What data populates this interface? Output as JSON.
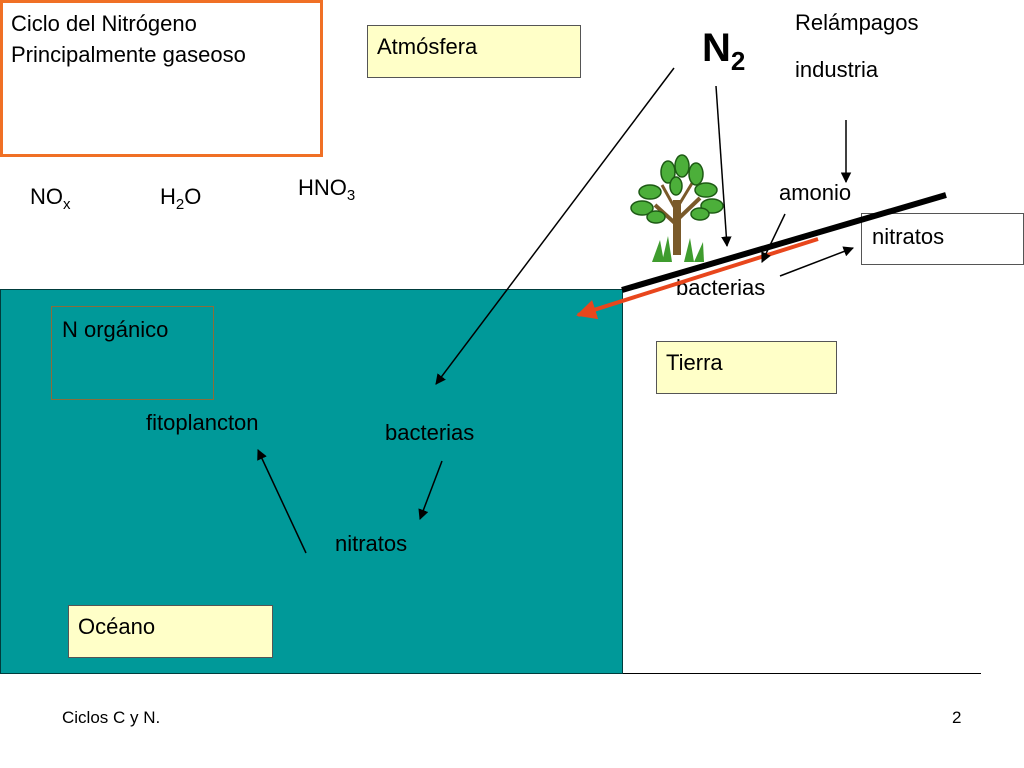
{
  "title": {
    "line1": "Ciclo del Nitrógeno",
    "line2": "Principalmente gaseoso"
  },
  "labels": {
    "atmosfera": "Atmósfera",
    "n2_base": "N",
    "n2_sub": "2",
    "relampagos": "Relámpagos",
    "industria": "industria",
    "nox_base": "NO",
    "nox_sub": "x",
    "h2o_pre": "H",
    "h2o_sub": "2",
    "h2o_post": "O",
    "hno3_base": "HNO",
    "hno3_sub": "3",
    "amonio": "amonio",
    "nitratos_land": "nitratos",
    "bacterias_land": "bacterias",
    "tierra": "Tierra",
    "n_organico": "N orgánico",
    "fitoplancton": "fitoplancton",
    "bacterias_ocean": "bacterias",
    "nitratos_ocean": "nitratos",
    "oceano": "Océano"
  },
  "footer": {
    "left": "Ciclos C y N.",
    "right": "2"
  },
  "colors": {
    "ocean": "#009999",
    "title_border": "#f07025",
    "label_box": "#ffffc8",
    "red_line": "#e8461c",
    "tree_leaf": "#4caf3a",
    "tree_trunk": "#7a5a2a"
  }
}
